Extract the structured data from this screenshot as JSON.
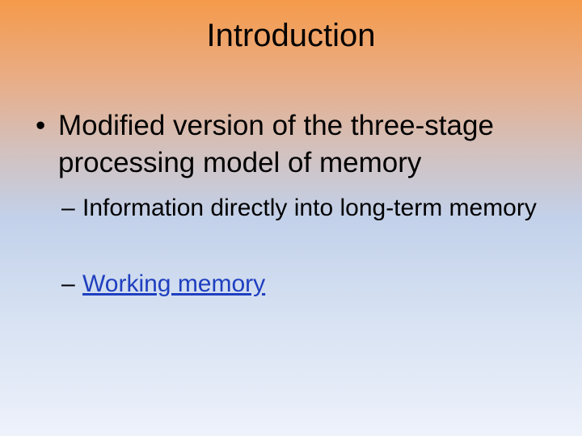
{
  "slide": {
    "title": "Introduction",
    "bullet": {
      "marker": "•",
      "text": "Modified version of the three-stage processing model of memory"
    },
    "sub_bullets": [
      {
        "marker": "–",
        "text": "Information directly into long-term memory"
      },
      {
        "marker": "–",
        "text": "Working memory",
        "is_link": true
      }
    ],
    "link_color": "#1f3fbf"
  }
}
